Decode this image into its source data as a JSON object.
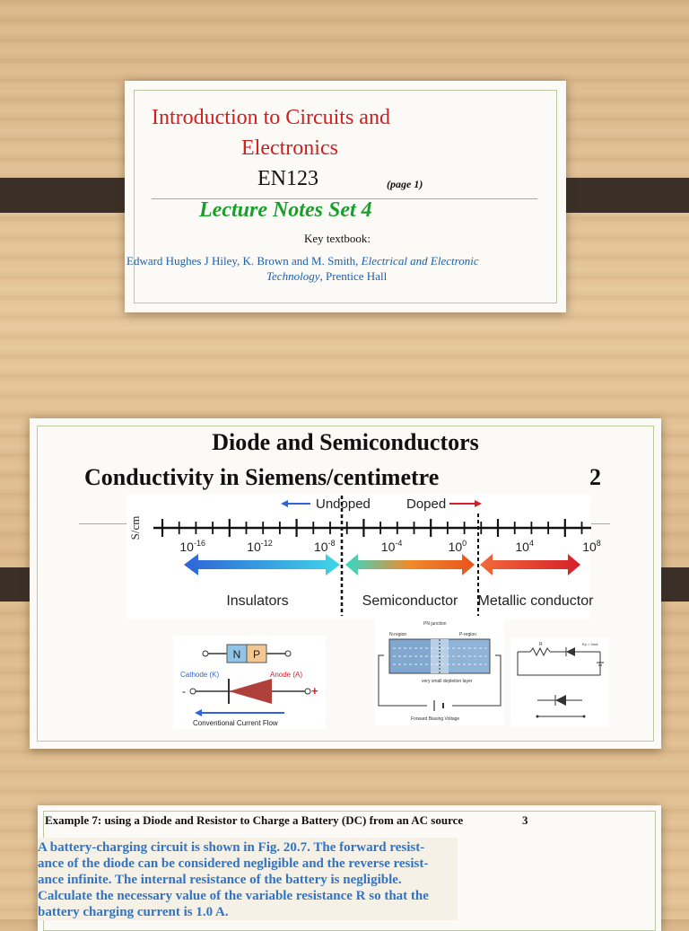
{
  "slide1": {
    "title_line1": "Introduction to Circuits and",
    "title_line2": "Electronics",
    "course_code": "EN123",
    "page_note": "(page 1)",
    "subtitle": "Lecture Notes Set 4",
    "textbook_label": "Key textbook:",
    "authors": "Edward Hughes J Hiley, K. Brown and M. Smith,",
    "book_title_part1": "Electrical and Electronic",
    "book_title_part2": "Technology",
    "publisher": ", Prentice Hall"
  },
  "slide2": {
    "title": "Diode and Semiconductors",
    "subtitle": "Conductivity in Siemens/centimetre",
    "slide_number": "2",
    "scale": {
      "unit_label": "S/cm",
      "undoped_label": "Undoped",
      "doped_label": "Doped",
      "ticks": [
        {
          "base": "10",
          "exp": "-16"
        },
        {
          "base": "10",
          "exp": "-12"
        },
        {
          "base": "10",
          "exp": "-8"
        },
        {
          "base": "10",
          "exp": "-4"
        },
        {
          "base": "10",
          "exp": "0"
        },
        {
          "base": "10",
          "exp": "4"
        },
        {
          "base": "10",
          "exp": "8"
        }
      ],
      "bands": [
        "Insulators",
        "Semiconductor",
        "Metallic conductor"
      ]
    },
    "diode_symbol": {
      "n_label": "N",
      "p_label": "P",
      "cathode_label": "Cathode (K)",
      "anode_label": "Anode (A)",
      "minus": "-",
      "plus": "+",
      "flow_label": "Conventional Current Flow"
    },
    "junction": {
      "title": "PN junction",
      "n_region": "N-region",
      "p_region": "P-region",
      "depletion": "very small depletion layer",
      "bias": "Forward Biasing Voltage"
    },
    "circuit": {
      "r_label": "R",
      "source_label": "Ep = 2mA"
    }
  },
  "slide3": {
    "example_heading": "Example 7: using a Diode and Resistor to Charge a Battery (DC) from an AC source",
    "slide_number": "3",
    "problem_lines": [
      "A battery-charging circuit is shown in Fig. 20.7. The forward resist-",
      "ance of the diode can be considered negligible and the reverse resist-",
      "ance infinite. The internal resistance of the battery is negligible.",
      "Calculate the necessary value of the variable resistance R so that the",
      "battery charging current is 1.0 A."
    ]
  },
  "colors": {
    "title_red": "#d21e1e",
    "subtitle_green": "#1a9e2c",
    "author_blue": "#1f5fa8",
    "problem_blue": "#2f74c6"
  }
}
